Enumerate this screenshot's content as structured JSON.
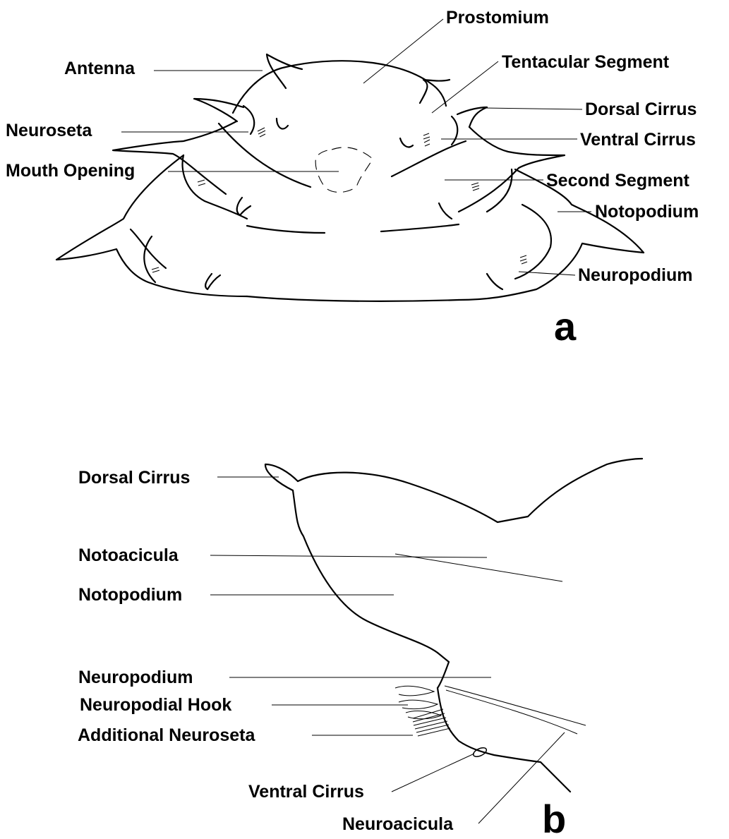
{
  "panel_a": {
    "letter": "a",
    "labels": {
      "prostomium": "Prostomium",
      "antenna": "Antenna",
      "tentacular_segment": "Tentacular Segment",
      "dorsal_cirrus": "Dorsal Cirrus",
      "neuroseta": "Neuroseta",
      "ventral_cirrus": "Ventral Cirrus",
      "mouth_opening": "Mouth Opening",
      "second_segment": "Second Segment",
      "notopodium": "Notopodium",
      "neuropodium": "Neuropodium"
    }
  },
  "panel_b": {
    "letter": "b",
    "labels": {
      "dorsal_cirrus": "Dorsal Cirrus",
      "notoacicula": "Notoacicula",
      "notopodium": "Notopodium",
      "neuropodium": "Neuropodium",
      "neuropodial_hook": "Neuropodial Hook",
      "additional_neuroseta": "Additional Neuroseta",
      "ventral_cirrus": "Ventral Cirrus",
      "neuroacicula": "Neuroacicula"
    }
  }
}
